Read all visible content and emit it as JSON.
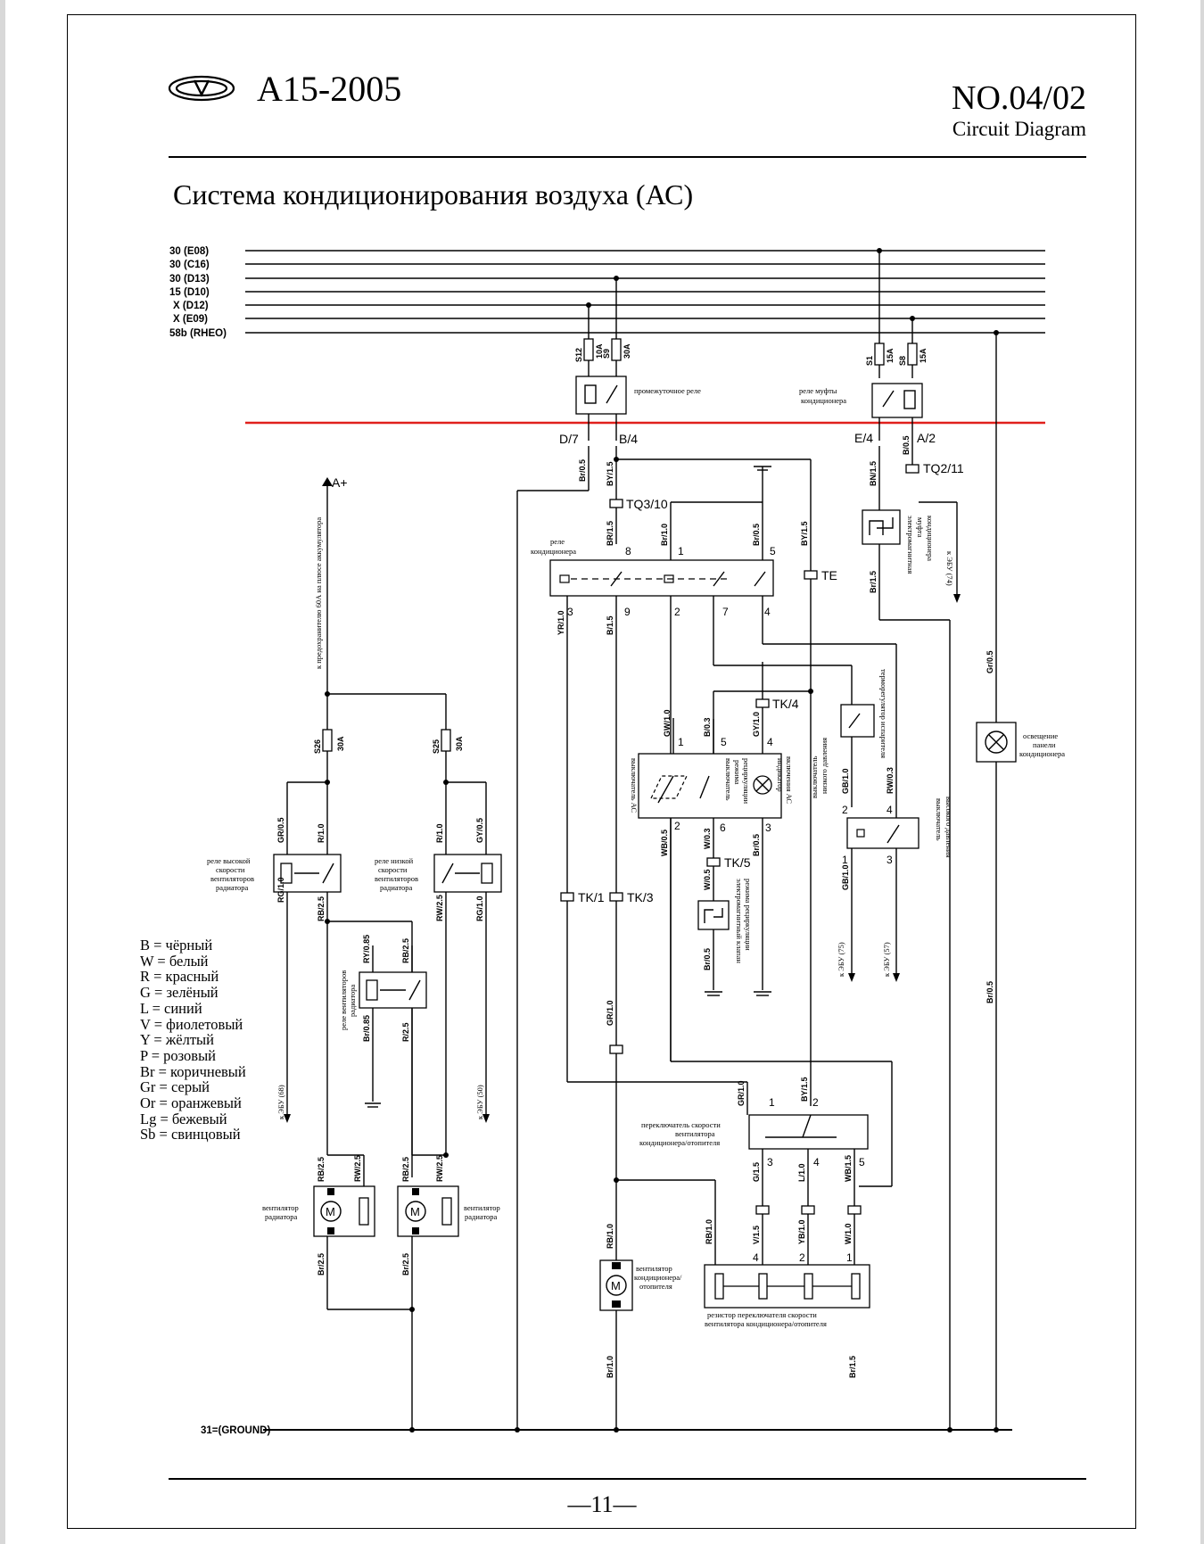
{
  "header": {
    "model": "A15-2005",
    "number": "NO.04/02",
    "subtitle": "Circuit Diagram"
  },
  "title": "Система кондиционирования воздуха (АС)",
  "bus_lines": [
    {
      "label": "30 (E08)"
    },
    {
      "label": "30 (C16)"
    },
    {
      "label": "30 (D13)"
    },
    {
      "label": "15 (D10)"
    },
    {
      "label": "X (D12)"
    },
    {
      "label": "X (E09)"
    },
    {
      "label": "58b (RHEO)"
    }
  ],
  "ground_label": "31=(GROUND)",
  "battery_label": "A+",
  "battery_note": "к предохранителю 60А на плюсе аккумулятора",
  "fuses": [
    {
      "name": "S12",
      "rating": "10A"
    },
    {
      "name": "S9",
      "rating": "30A"
    },
    {
      "name": "S1",
      "rating": "15A"
    },
    {
      "name": "S8",
      "rating": "15A"
    },
    {
      "name": "S26",
      "rating": "30A"
    },
    {
      "name": "S25",
      "rating": "30A"
    }
  ],
  "components": {
    "intermediate_relay": "промежуточное реле",
    "clutch_relay": "реле муфты кондиционера",
    "ac_relay": "реле кондиционера",
    "clutch": "электромагнитная муфта кондиционера",
    "thermostat": "терморегулятор испарителя",
    "panel_light": "освещение панели кондиционера",
    "ac_switch": "выключатель АС",
    "recirc_switch": "выключатель режима рециркуляции",
    "ac_indicator": "индикатор включения АС",
    "recirc_valve": "электромагнитный клапан режима рециркуляции",
    "low_pressure_switch": "выключатель низкого давления",
    "high_pressure_switch": "выключатель высокого давления",
    "high_speed_relay": "реле высокой скорости вентиляторов радиатора",
    "low_speed_relay": "реле низкой скорости вентиляторов радиатора",
    "fan_relay": "реле вентиляторов радиатора",
    "fan_speed_switch": "переключатель скорости вентилятора кондиционера/отопителя",
    "blower": "вентилятор кондиционера/ отопителя",
    "radiator_fan_1": "вентилятор радиатора",
    "radiator_fan_2": "вентилятор радиатора",
    "resistor": "резистор переключателя скорости вентилятора кондиционера/отопителя",
    "ecu_68": "к ЭБУ (68)",
    "ecu_50": "к ЭБУ (50)",
    "ecu_74": "к ЭБУ (74)",
    "ecu_75": "к ЭБУ (75)",
    "ecu_57": "к ЭБУ (57)"
  },
  "connectors": [
    "D/7",
    "B/4",
    "E/4",
    "A/2",
    "TQ3/10",
    "TQ2/11",
    "TE",
    "TK/4",
    "TK/5",
    "TK/1",
    "TK/3"
  ],
  "wires": {
    "d7": "Br/0.5",
    "b4": "BY/1.5",
    "tq3": "BR/1.5",
    "e4": "BN/1.5",
    "a2": "B/0.5",
    "relay8": "BR/1.5",
    "relay1": "Br/1.0",
    "relay5": "Br/0.5",
    "by15": "BY/1.5",
    "relay3": "YR/1.0",
    "relay9": "B/1.5",
    "clutch": "Br/1.5",
    "gr05": "Gr/0.5",
    "acsw1": "GW/1.0",
    "acsw5": "B/0.3",
    "acsw4": "GY/1.0",
    "acsw2": "WB/0.5",
    "acsw6": "W/0.3",
    "acsw3": "Br/0.5",
    "valve1": "W/0.5",
    "valve2": "Br/0.5",
    "lp2": "GB/1.0",
    "hp4": "RW/0.3",
    "lp1": "GB/1.0",
    "gr10": "GR/1.0",
    "hs1": "GR/0.5",
    "hs2": "R/1.0",
    "ls1": "R/1.0",
    "ls2": "GY/0.5",
    "hs3": "RG/1.0",
    "hs4": "RB/2.5",
    "ls3": "RW/2.5",
    "ls4": "RG/1.0",
    "fr1": "RY/0.85",
    "fr2": "RB/2.5",
    "fr3": "Br/0.85",
    "fr4": "R/2.5",
    "f1a": "RB/2.5",
    "f1b": "RW/2.5",
    "f2a": "RB/2.5",
    "f2b": "RW/2.5",
    "f1g": "Br/2.5",
    "f2g": "Br/2.5",
    "sw1": "GR/1.0",
    "sw2": "BY/1.5",
    "sw3": "G/1.5",
    "sw4": "L/1.0",
    "sw5": "WB/1.5",
    "r_rb": "RB/1.0",
    "r4": "V/1.5",
    "r2": "YB/1.0",
    "r1": "W/1.0",
    "bl1": "RB/1.0",
    "bl2": "Br/1.0",
    "br05": "Br/0.5",
    "br15": "Br/1.5"
  },
  "legend": [
    "B = чёрный",
    "W = белый",
    "R = красный",
    "G = зелёный",
    "L = синий",
    "V = фиолетовый",
    "Y = жёлтый",
    "P = розовый",
    "Br = коричневый",
    "Gr = серый",
    "Or = оранжевый",
    "Lg = бежевый",
    "Sb = свинцовый"
  ],
  "page_number": "—11—",
  "colors": {
    "separator": "#e0201c",
    "ink": "#000000"
  }
}
